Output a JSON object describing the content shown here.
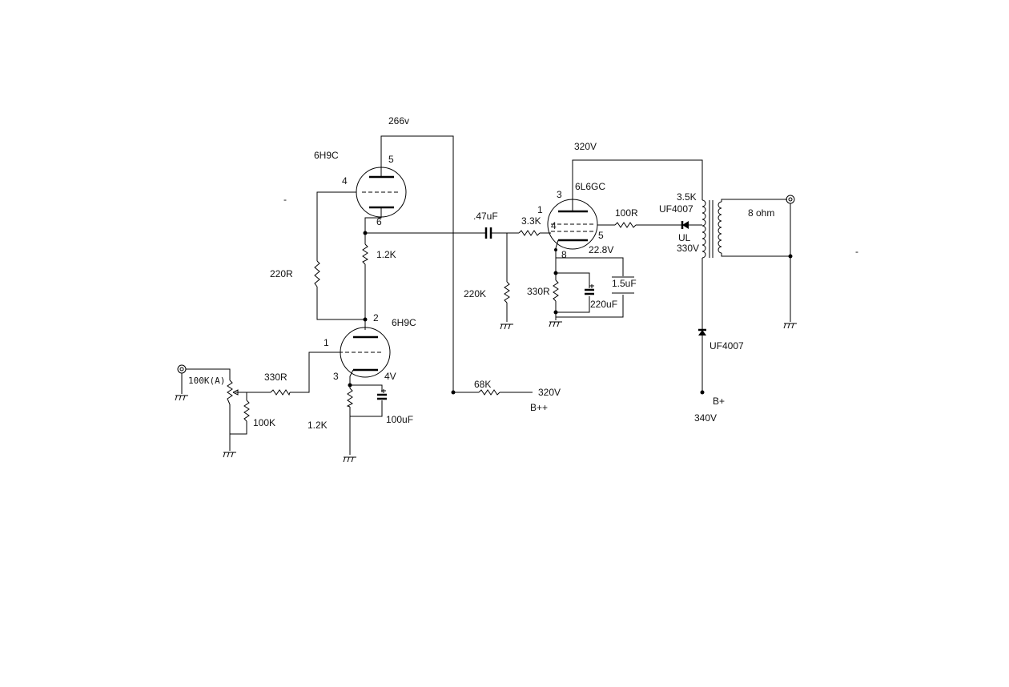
{
  "labels": {
    "v266": "266v",
    "tube_top": "6H9C",
    "tube_top_pin5": "5",
    "tube_top_pin4": "4",
    "tube_top_pin6": "6",
    "r220": "220R",
    "r1k2_top": "1.2K",
    "tube_bot_pin2": "2",
    "tube_bot": "6H9C",
    "tube_bot_pin1": "1",
    "tube_bot_pin3": "3",
    "v4": "4V",
    "pot": "100K(A)",
    "r330_in": "330R",
    "r100k": "100K",
    "r1k2_bot": "1.2K",
    "c100u": "100uF",
    "v320_top": "320V",
    "tube_out": "6L6GC",
    "tube_out_pin3": "3",
    "tube_out_pin1": "1",
    "tube_out_pin4": "4",
    "tube_out_pin5": "5",
    "tube_out_pin8": "8",
    "c047": ".47uF",
    "r3k3": "3.3K",
    "r220k": "220K",
    "r330_cath": "330R",
    "v22_8": "22.8V",
    "c1u5": "1.5uF",
    "c220u": "220uF",
    "r100": "100R",
    "xfmr": "3.5K",
    "diode_ul": "UF4007",
    "ul": "UL",
    "v330": "330V",
    "ohm8": "8 ohm",
    "diode_bplus": "UF4007",
    "bplus": "B+",
    "v340": "340V",
    "r68k": "68K",
    "v320_bpp": "320V",
    "bpp": "B++",
    "stray_left": "-",
    "stray_right": "-"
  }
}
